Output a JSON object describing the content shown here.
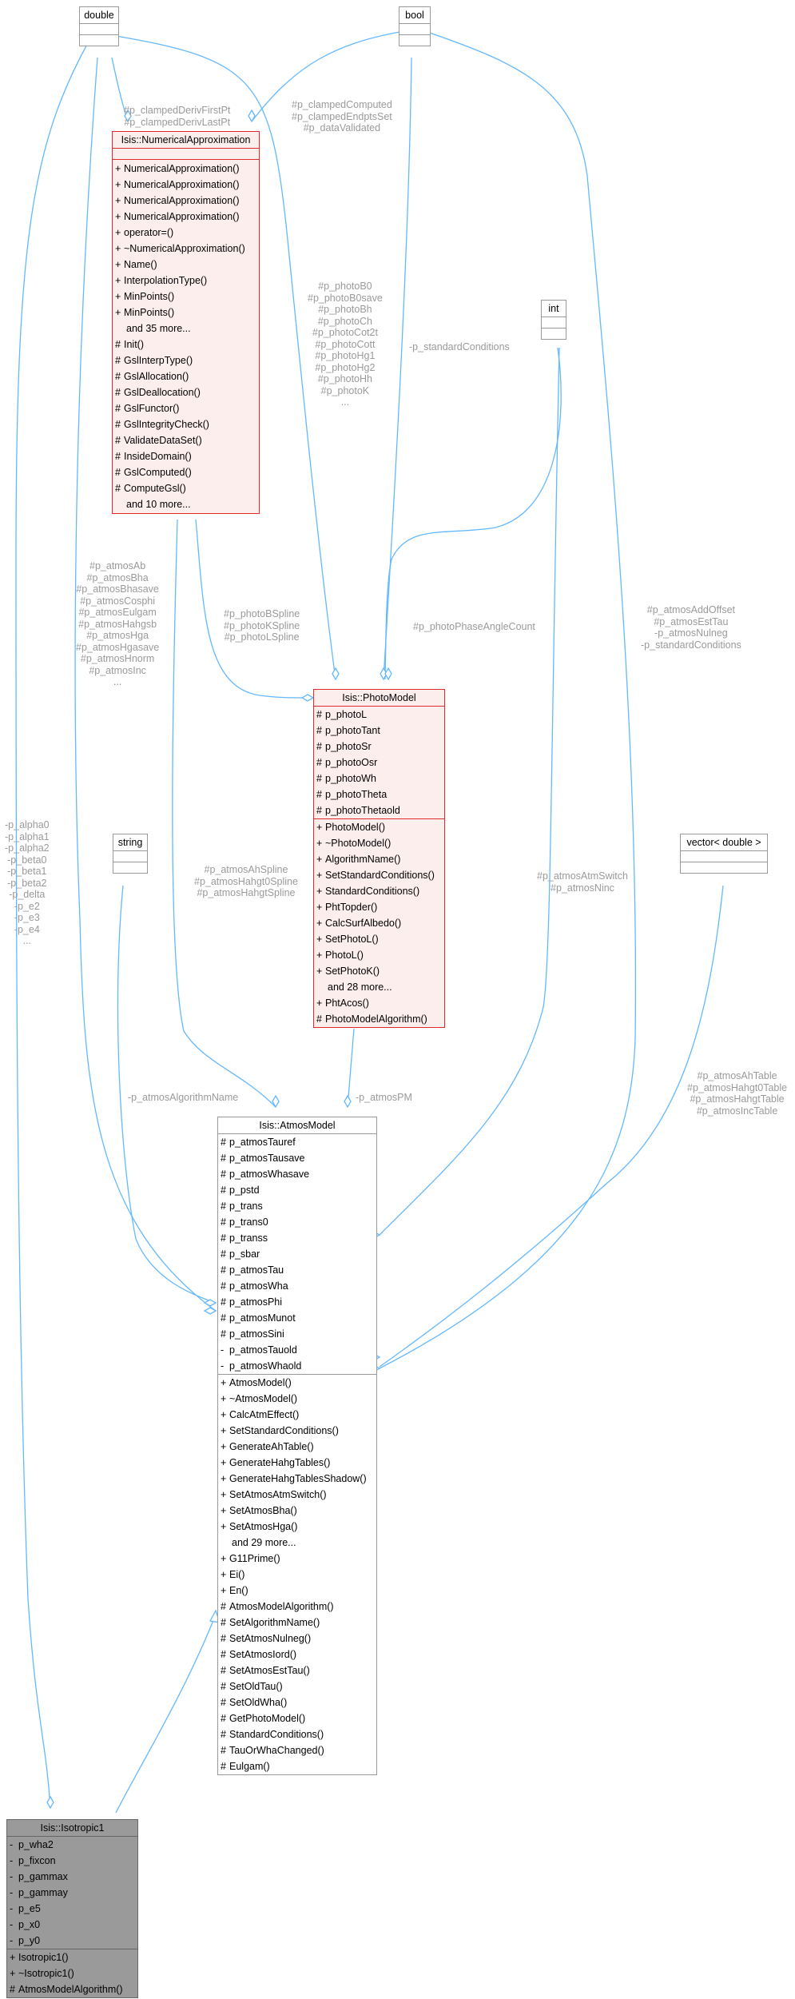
{
  "nodes": {
    "double": {
      "title": "double"
    },
    "bool": {
      "title": "bool"
    },
    "int": {
      "title": "int"
    },
    "string": {
      "title": "string"
    },
    "vector": {
      "title": "vector< double >"
    },
    "numerical": {
      "title": "Isis::NumericalApproximation",
      "methods": [
        {
          "vis": "+",
          "name": "NumericalApproximation()"
        },
        {
          "vis": "+",
          "name": "NumericalApproximation()"
        },
        {
          "vis": "+",
          "name": "NumericalApproximation()"
        },
        {
          "vis": "+",
          "name": "NumericalApproximation()"
        },
        {
          "vis": "+",
          "name": "operator=()"
        },
        {
          "vis": "+",
          "name": "~NumericalApproximation()"
        },
        {
          "vis": "+",
          "name": "Name()"
        },
        {
          "vis": "+",
          "name": "InterpolationType()"
        },
        {
          "vis": "+",
          "name": "MinPoints()"
        },
        {
          "vis": "+",
          "name": "MinPoints()"
        },
        {
          "vis": "",
          "name": "and 35 more..."
        },
        {
          "vis": "#",
          "name": "Init()"
        },
        {
          "vis": "#",
          "name": "GslInterpType()"
        },
        {
          "vis": "#",
          "name": "GslAllocation()"
        },
        {
          "vis": "#",
          "name": "GslDeallocation()"
        },
        {
          "vis": "#",
          "name": "GslFunctor()"
        },
        {
          "vis": "#",
          "name": "GslIntegrityCheck()"
        },
        {
          "vis": "#",
          "name": "ValidateDataSet()"
        },
        {
          "vis": "#",
          "name": "InsideDomain()"
        },
        {
          "vis": "#",
          "name": "GslComputed()"
        },
        {
          "vis": "#",
          "name": "ComputeGsl()"
        },
        {
          "vis": "",
          "name": "and 10 more..."
        }
      ]
    },
    "photo": {
      "title": "Isis::PhotoModel",
      "attrs": [
        {
          "vis": "#",
          "name": "p_photoL"
        },
        {
          "vis": "#",
          "name": "p_photoTant"
        },
        {
          "vis": "#",
          "name": "p_photoSr"
        },
        {
          "vis": "#",
          "name": "p_photoOsr"
        },
        {
          "vis": "#",
          "name": "p_photoWh"
        },
        {
          "vis": "#",
          "name": "p_photoTheta"
        },
        {
          "vis": "#",
          "name": "p_photoThetaold"
        }
      ],
      "methods": [
        {
          "vis": "+",
          "name": "PhotoModel()"
        },
        {
          "vis": "+",
          "name": "~PhotoModel()"
        },
        {
          "vis": "+",
          "name": "AlgorithmName()"
        },
        {
          "vis": "+",
          "name": "SetStandardConditions()"
        },
        {
          "vis": "+",
          "name": "StandardConditions()"
        },
        {
          "vis": "+",
          "name": "PhtTopder()"
        },
        {
          "vis": "+",
          "name": "CalcSurfAlbedo()"
        },
        {
          "vis": "+",
          "name": "SetPhotoL()"
        },
        {
          "vis": "+",
          "name": "PhotoL()"
        },
        {
          "vis": "+",
          "name": "SetPhotoK()"
        },
        {
          "vis": "",
          "name": "and 28 more..."
        },
        {
          "vis": "+",
          "name": "PhtAcos()"
        },
        {
          "vis": "#",
          "name": "PhotoModelAlgorithm()"
        }
      ]
    },
    "atmos": {
      "title": "Isis::AtmosModel",
      "attrs": [
        {
          "vis": "#",
          "name": "p_atmosTauref"
        },
        {
          "vis": "#",
          "name": "p_atmosTausave"
        },
        {
          "vis": "#",
          "name": "p_atmosWhasave"
        },
        {
          "vis": "#",
          "name": "p_pstd"
        },
        {
          "vis": "#",
          "name": "p_trans"
        },
        {
          "vis": "#",
          "name": "p_trans0"
        },
        {
          "vis": "#",
          "name": "p_transs"
        },
        {
          "vis": "#",
          "name": "p_sbar"
        },
        {
          "vis": "#",
          "name": "p_atmosTau"
        },
        {
          "vis": "#",
          "name": "p_atmosWha"
        },
        {
          "vis": "#",
          "name": "p_atmosPhi"
        },
        {
          "vis": "#",
          "name": "p_atmosMunot"
        },
        {
          "vis": "#",
          "name": "p_atmosSini"
        },
        {
          "vis": "-",
          "name": "p_atmosTauold"
        },
        {
          "vis": "-",
          "name": "p_atmosWhaold"
        }
      ],
      "methods": [
        {
          "vis": "+",
          "name": "AtmosModel()"
        },
        {
          "vis": "+",
          "name": "~AtmosModel()"
        },
        {
          "vis": "+",
          "name": "CalcAtmEffect()"
        },
        {
          "vis": "+",
          "name": "SetStandardConditions()"
        },
        {
          "vis": "+",
          "name": "GenerateAhTable()"
        },
        {
          "vis": "+",
          "name": "GenerateHahgTables()"
        },
        {
          "vis": "+",
          "name": "GenerateHahgTablesShadow()"
        },
        {
          "vis": "+",
          "name": "SetAtmosAtmSwitch()"
        },
        {
          "vis": "+",
          "name": "SetAtmosBha()"
        },
        {
          "vis": "+",
          "name": "SetAtmosHga()"
        },
        {
          "vis": "",
          "name": "and 29 more..."
        },
        {
          "vis": "+",
          "name": "G11Prime()"
        },
        {
          "vis": "+",
          "name": "Ei()"
        },
        {
          "vis": "+",
          "name": "En()"
        },
        {
          "vis": "#",
          "name": "AtmosModelAlgorithm()"
        },
        {
          "vis": "#",
          "name": "SetAlgorithmName()"
        },
        {
          "vis": "#",
          "name": "SetAtmosNulneg()"
        },
        {
          "vis": "#",
          "name": "SetAtmosIord()"
        },
        {
          "vis": "#",
          "name": "SetAtmosEstTau()"
        },
        {
          "vis": "#",
          "name": "SetOldTau()"
        },
        {
          "vis": "#",
          "name": "SetOldWha()"
        },
        {
          "vis": "#",
          "name": "GetPhotoModel()"
        },
        {
          "vis": "#",
          "name": "StandardConditions()"
        },
        {
          "vis": "#",
          "name": "TauOrWhaChanged()"
        },
        {
          "vis": "#",
          "name": "Eulgam()"
        }
      ]
    },
    "isotropic": {
      "title": "Isis::Isotropic1",
      "attrs": [
        {
          "vis": "-",
          "name": "p_wha2"
        },
        {
          "vis": "-",
          "name": "p_fixcon"
        },
        {
          "vis": "-",
          "name": "p_gammax"
        },
        {
          "vis": "-",
          "name": "p_gammay"
        },
        {
          "vis": "-",
          "name": "p_e5"
        },
        {
          "vis": "-",
          "name": "p_x0"
        },
        {
          "vis": "-",
          "name": "p_y0"
        }
      ],
      "methods": [
        {
          "vis": "+",
          "name": "Isotropic1()"
        },
        {
          "vis": "+",
          "name": "~Isotropic1()"
        },
        {
          "vis": "#",
          "name": "AtmosModelAlgorithm()"
        }
      ]
    }
  },
  "edge_labels": {
    "clampedDeriv": [
      "#p_clampedDerivFirstPt",
      "#p_clampedDerivLastPt"
    ],
    "clampedComputed": [
      "#p_clampedComputed",
      "#p_clampedEndptsSet",
      "#p_dataValidated"
    ],
    "photoB0": [
      "#p_photoB0",
      "#p_photoB0save",
      "#p_photoBh",
      "#p_photoCh",
      "#p_photoCot2t",
      "#p_photoCott",
      "#p_photoHg1",
      "#p_photoHg2",
      "#p_photoHh",
      "#p_photoK",
      "..."
    ],
    "standardConditions": [
      "-p_standardConditions"
    ],
    "atmosAb": [
      "#p_atmosAb",
      "#p_atmosBha",
      "#p_atmosBhasave",
      "#p_atmosCosphi",
      "#p_atmosEulgam",
      "#p_atmosHahgsb",
      "#p_atmosHga",
      "#p_atmosHgasave",
      "#p_atmosHnorm",
      "#p_atmosInc",
      "..."
    ],
    "photoBSpline": [
      "#p_photoBSpline",
      "#p_photoKSpline",
      "#p_photoLSpline"
    ],
    "phaseAngle": [
      "#p_photoPhaseAngleCount"
    ],
    "atmosAddOffset": [
      "#p_atmosAddOffset",
      "#p_atmosEstTau",
      "-p_atmosNulneg",
      "-p_standardConditions"
    ],
    "alpha": [
      "-p_alpha0",
      "-p_alpha1",
      "-p_alpha2",
      "-p_beta0",
      "-p_beta1",
      "-p_beta2",
      "-p_delta",
      "-p_e2",
      "-p_e3",
      "-p_e4",
      "..."
    ],
    "ahSpline": [
      "#p_atmosAhSpline",
      "#p_atmosHahgt0Spline",
      "#p_atmosHahgtSpline"
    ],
    "atmSwitch": [
      "#p_atmosAtmSwitch",
      "#p_atmosNinc"
    ],
    "ahTable": [
      "#p_atmosAhTable",
      "#p_atmosHahgt0Table",
      "#p_atmosHahgtTable",
      "#p_atmosIncTable"
    ],
    "algorithmName": [
      "-p_atmosAlgorithmName"
    ],
    "atmosPM": [
      "-p_atmosPM"
    ]
  }
}
